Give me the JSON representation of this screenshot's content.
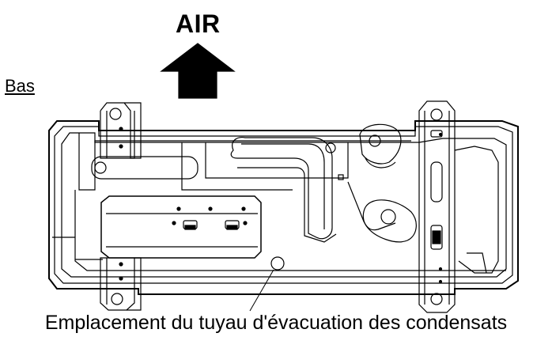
{
  "labels": {
    "air": "AIR",
    "bottom": "Bas",
    "caption": "Emplacement du tuyau d'évacuation des condensats"
  }
}
